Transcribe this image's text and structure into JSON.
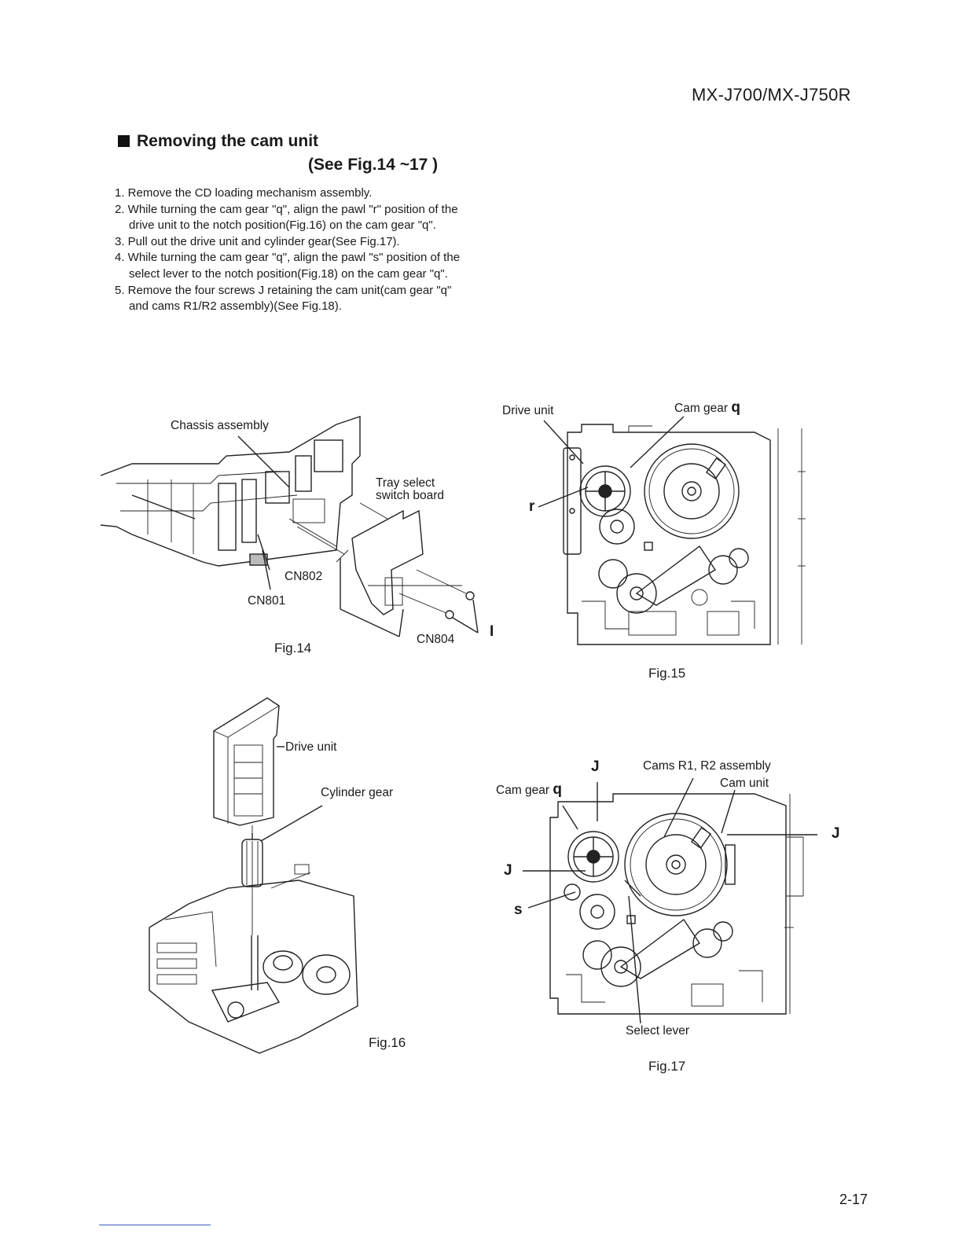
{
  "header": {
    "model": "MX-J700/MX-J750R"
  },
  "section": {
    "title": "Removing the cam unit",
    "see": "(See Fig.14 ~17 )"
  },
  "steps": [
    "1. Remove the CD loading mechanism assembly.",
    "2. While turning the cam gear \"q\", align the pawl \"r\" position of the drive unit to the notch position(Fig.16) on the cam gear \"q\".",
    "3. Pull out the drive unit and cylinder gear(See Fig.17).",
    "4. While turning the cam gear \"q\", align the pawl \"s\" position of the select lever to the notch position(Fig.18) on the cam gear \"q\".",
    "5. Remove the four screws  J  retaining the cam unit(cam gear \"q\" and cams R1/R2 assembly)(See Fig.18)."
  ],
  "fig14": {
    "caption": "Fig.14",
    "chassis_assembly": "Chassis assembly",
    "tray_select_1": "Tray select",
    "tray_select_2": "switch board",
    "cn802": "CN802",
    "cn801": "CN801",
    "cn804": "CN804",
    "screw_label": "I"
  },
  "fig15": {
    "caption": "Fig.15",
    "drive_unit": "Drive unit",
    "cam_gear": "Cam gear",
    "cam_gear_key": "q",
    "pawl_r": "r"
  },
  "fig16": {
    "caption": "Fig.16",
    "drive_unit": "Drive unit",
    "cylinder_gear": "Cylinder gear"
  },
  "fig17": {
    "caption": "Fig.17",
    "j_top": "J",
    "cams_assembly": "Cams R1, R2 assembly",
    "cam_unit": "Cam unit",
    "cam_gear": "Cam gear",
    "cam_gear_key": "q",
    "j_right": "J",
    "j_left": "J",
    "pawl_s": "s",
    "select_lever": "Select lever"
  },
  "footer": {
    "page": "2-17"
  }
}
